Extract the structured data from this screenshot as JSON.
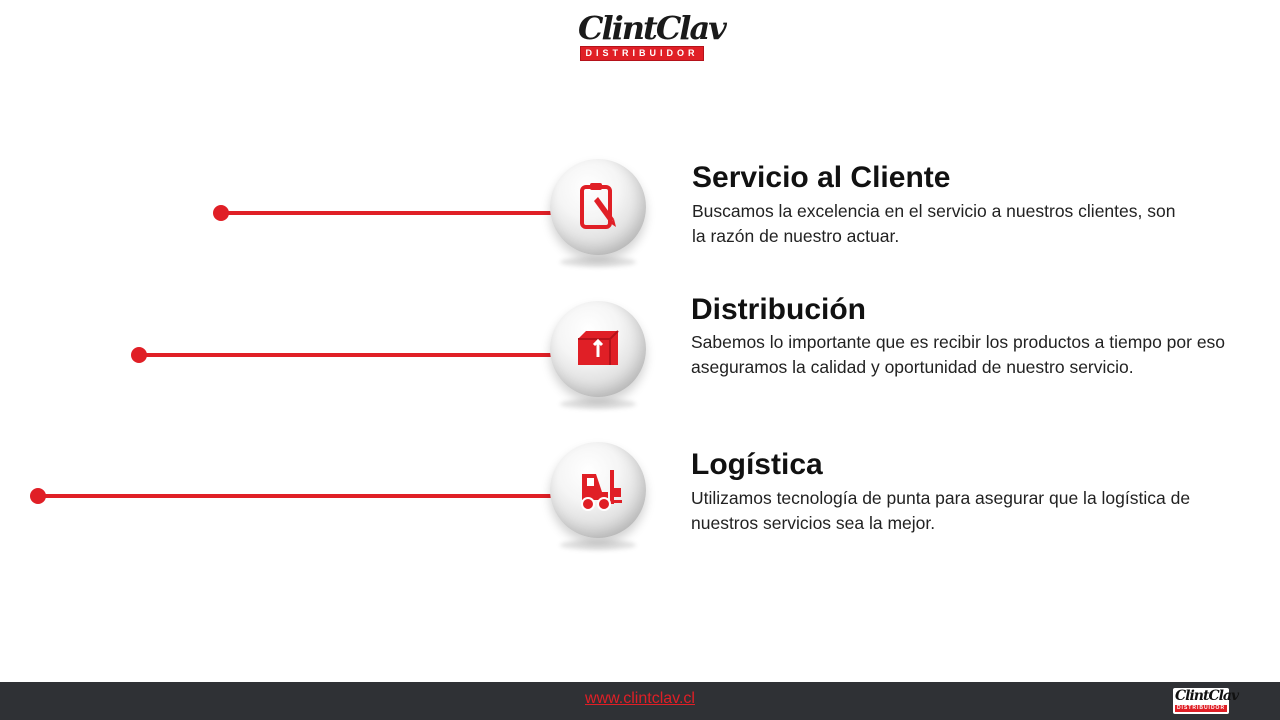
{
  "brand": {
    "name_a": "Clint",
    "name_b": "Clav",
    "tagline": "DISTRIBUIDOR",
    "accent_color": "#e01f26"
  },
  "items": [
    {
      "title": "Servicio al Cliente",
      "description": "Buscamos la excelencia en el servicio a nuestros clientes, son la razón de nuestro actuar.",
      "icon": "clipboard-pen-icon"
    },
    {
      "title": "Distribución",
      "description": "Sabemos lo importante que es recibir los productos a tiempo por eso aseguramos la calidad y oportunidad de nuestro servicio.",
      "icon": "box-arrow-up-icon"
    },
    {
      "title": "Logística",
      "description": "Utilizamos tecnología de punta para asegurar que la logística de nuestros servicios sea la mejor.",
      "icon": "forklift-icon"
    }
  ],
  "footer": {
    "url": "www.clintclav.cl"
  }
}
